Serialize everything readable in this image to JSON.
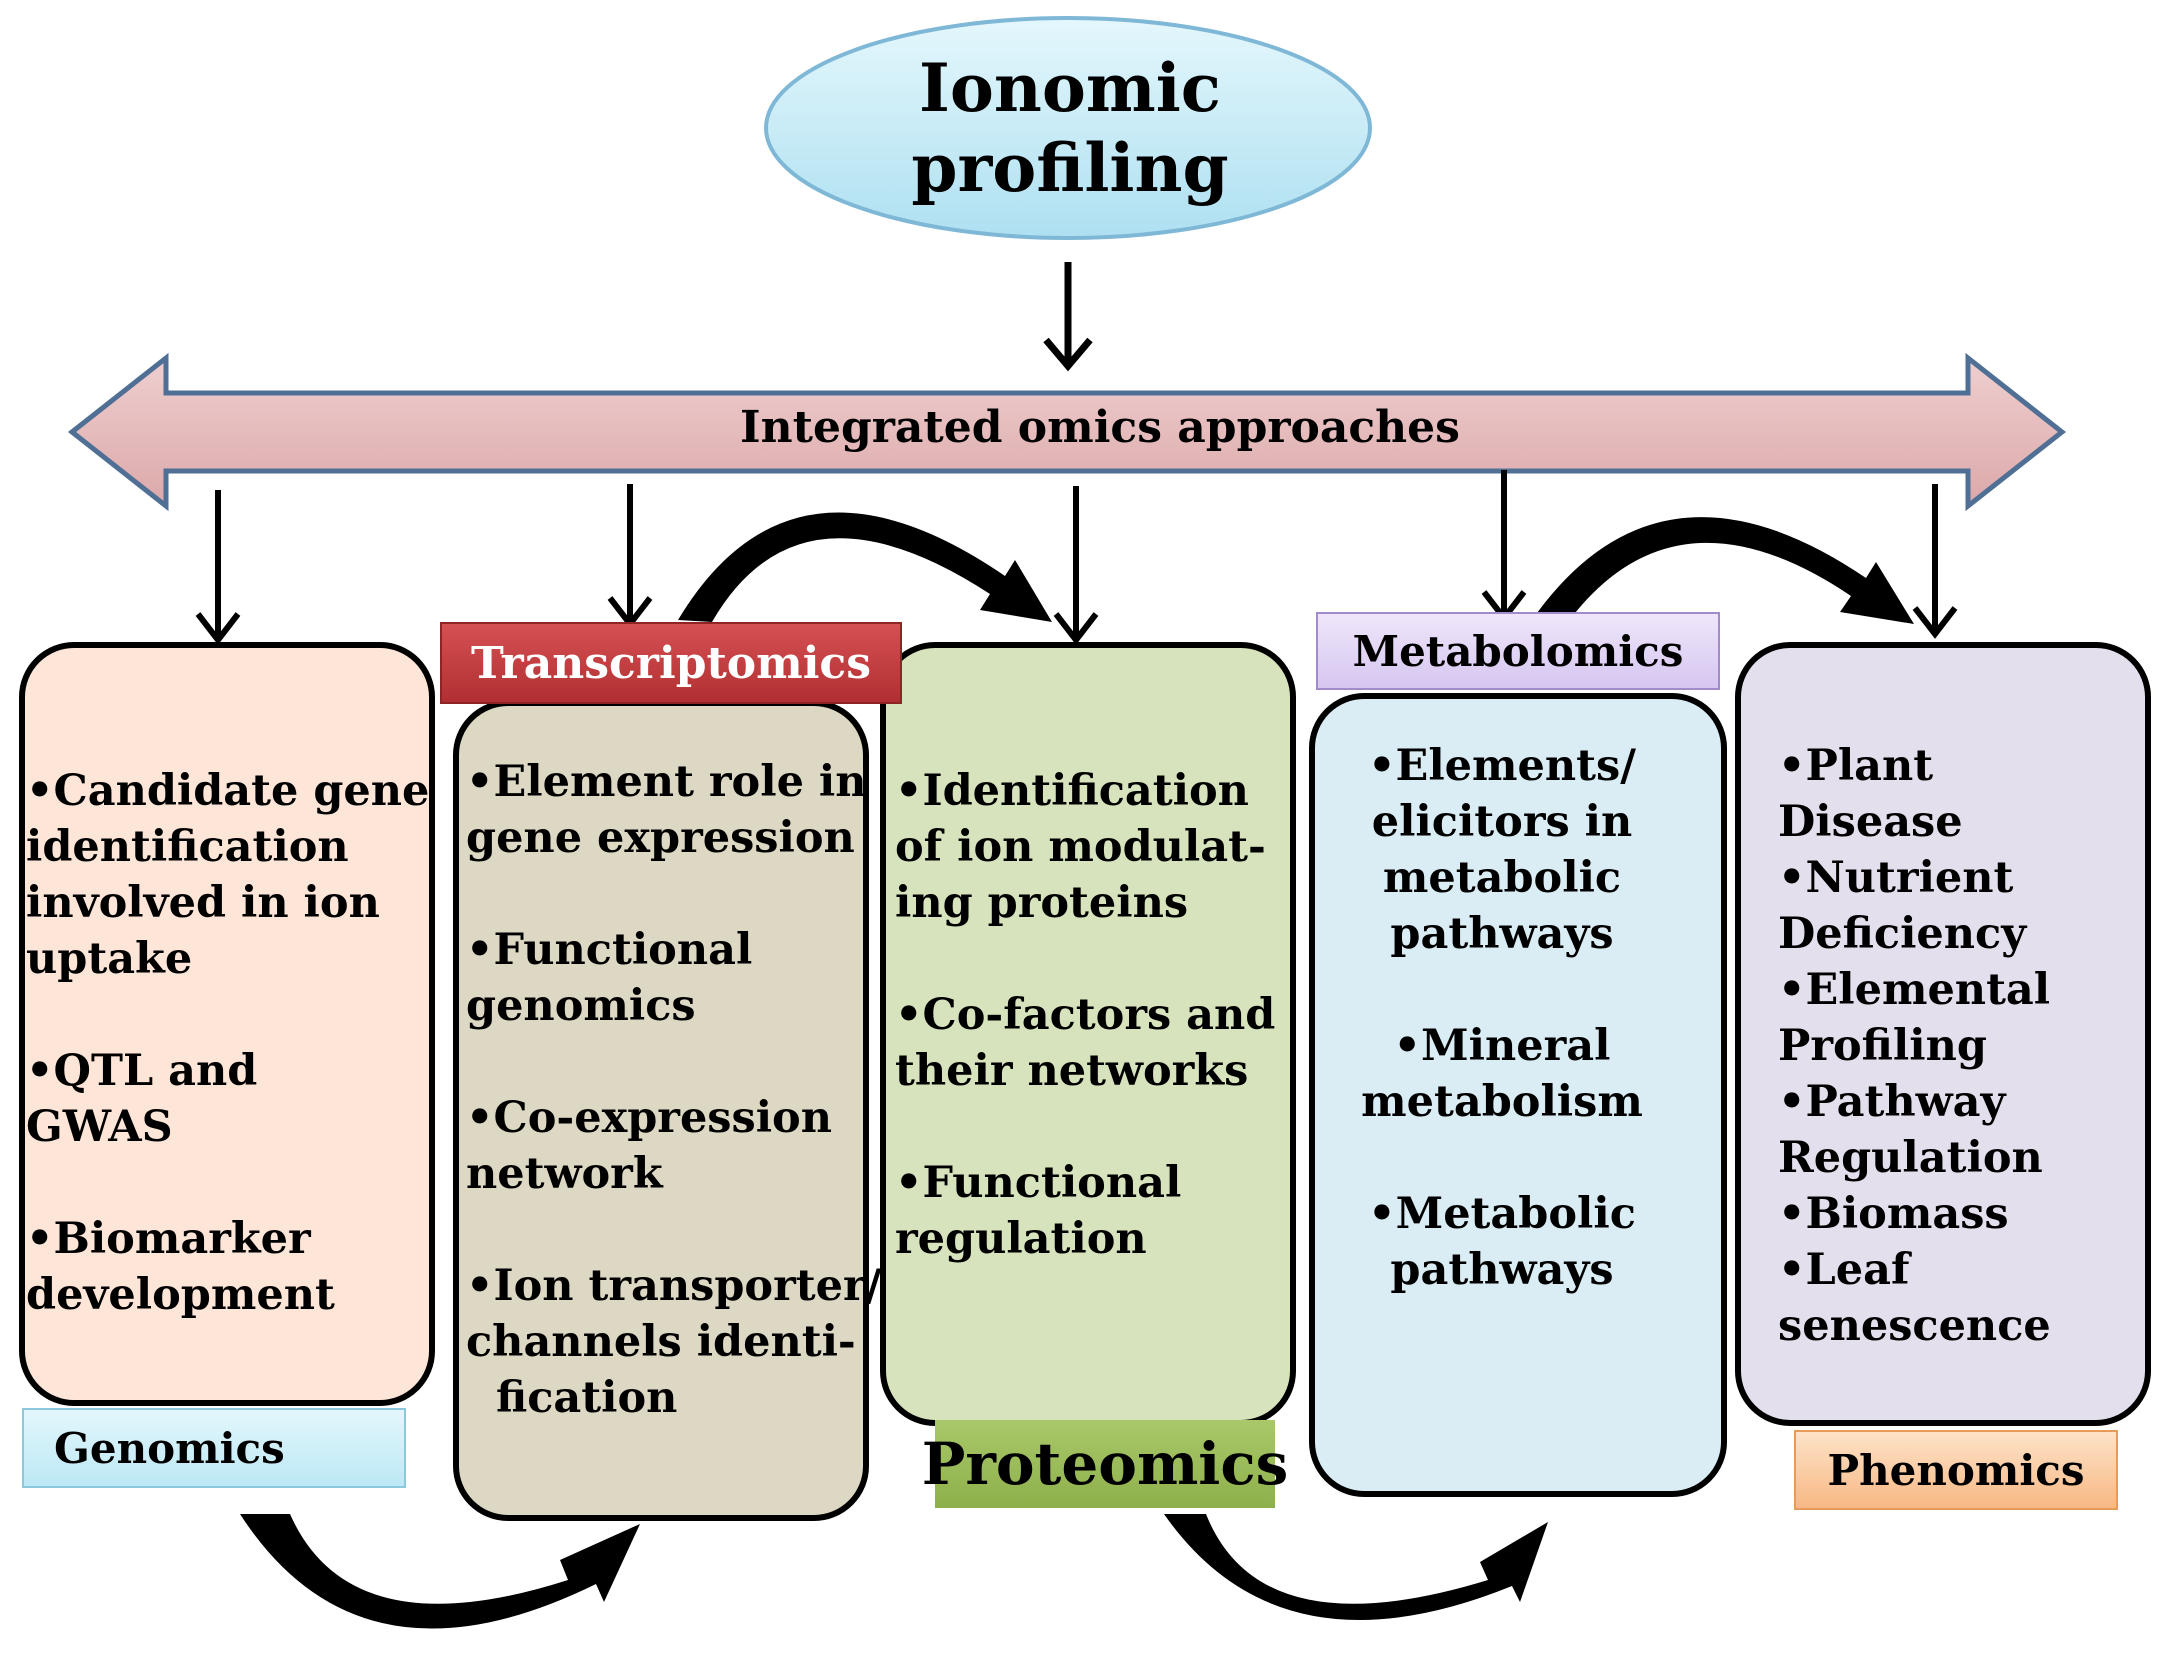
{
  "title": [
    "Ionomic",
    "profiling"
  ],
  "band_label": "Integrated omics approaches",
  "colors": {
    "ellipse_fill": "#c5ecf7",
    "ellipse_stroke": "#7fb8d6",
    "band_fill": "#e6b8b9",
    "band_stroke": "#4f6f95",
    "genomics_box": "#fde5d8",
    "transcriptomics_box": "#ddd8c3",
    "proteomics_box": "#d6e3bd",
    "metabolomics_box": "#daedf4",
    "phenomics_box": "#e4dfec",
    "genomics_label": "#c9eef8",
    "transcriptomics_label": "#c0393b",
    "proteomics_label": "#9bbb59",
    "metabolomics_label": "#e1d4f5",
    "phenomics_label": "#fbd2ad"
  },
  "boxes": {
    "genomics": {
      "label": "Genomics",
      "items": [
        [
          "•Candidate gene",
          "identification",
          "involved in ion",
          "uptake"
        ],
        [
          "•QTL and",
          "GWAS"
        ],
        [
          "•Biomarker",
          "development"
        ]
      ]
    },
    "transcriptomics": {
      "label": "Transcriptomics",
      "items": [
        [
          "•Element role in",
          "gene expression"
        ],
        [
          "•Functional",
          "genomics"
        ],
        [
          "•Co-expression",
          "network"
        ],
        [
          "•Ion transporter/",
          "channels identi-",
          "  fication"
        ]
      ]
    },
    "proteomics": {
      "label": "Proteomics",
      "items": [
        [
          "•Identification",
          "of ion modulat-",
          "ing proteins"
        ],
        [
          "•Co-factors and",
          "their networks"
        ],
        [
          "•Functional",
          "regulation"
        ]
      ]
    },
    "metabolomics": {
      "label": "Metabolomics",
      "items": [
        [
          "•Elements/",
          "elicitors in",
          "metabolic",
          "pathways"
        ],
        [
          "•Mineral",
          "metabolism"
        ],
        [
          "•Metabolic",
          "pathways"
        ]
      ]
    },
    "phenomics": {
      "label": "Phenomics",
      "items": [
        [
          "•Plant",
          "Disease",
          "•Nutrient",
          "Deficiency",
          "•Elemental",
          "Profiling",
          "•Pathway",
          "Regulation",
          "•Biomass",
          "•Leaf",
          "senescence"
        ]
      ]
    }
  }
}
